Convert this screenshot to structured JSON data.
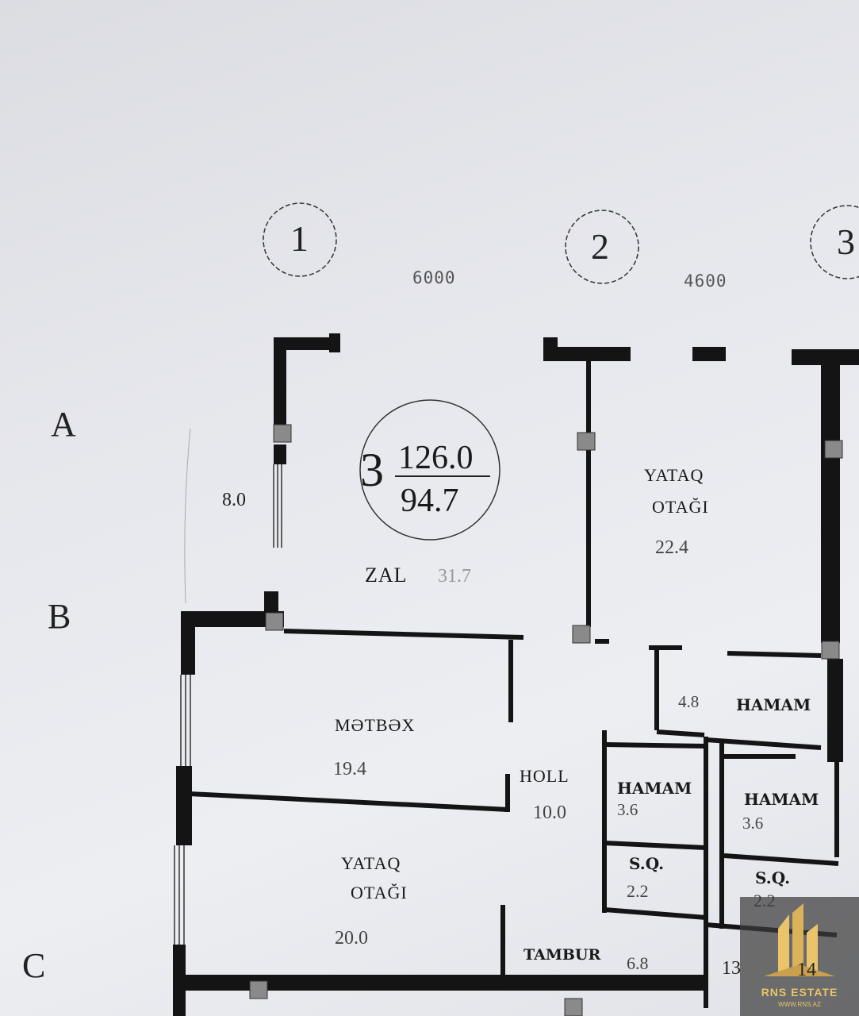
{
  "axes": {
    "columns": [
      "1",
      "2",
      "3"
    ],
    "rows": [
      "A",
      "B",
      "C"
    ],
    "dimensions": [
      "6000",
      "4600"
    ]
  },
  "apartment": {
    "rooms_count": "3",
    "total_area": "126.0",
    "living_area": "94.7"
  },
  "balcony": {
    "area": "8.0"
  },
  "rooms": {
    "zal": {
      "label": "ZAL",
      "area": "31.7"
    },
    "bedroom_1": {
      "label_line1": "YATAQ",
      "label_line2": "OTAĞI",
      "area": "22.4"
    },
    "kitchen": {
      "label": "MƏTBƏX",
      "area": "19.4"
    },
    "bedroom_2": {
      "label_line1": "YATAQ",
      "label_line2": "OTAĞI",
      "area": "20.0"
    },
    "hall": {
      "label": "HOLL",
      "area": "10.0"
    },
    "bath_1": {
      "label": "HAMAM",
      "area": "4.8"
    },
    "bath_2": {
      "label": "HAMAM",
      "area": "3.6"
    },
    "bath_3": {
      "label": "HAMAM",
      "area": "3.6"
    },
    "wc_1": {
      "label": "S.Q.",
      "area": "2.2"
    },
    "wc_2": {
      "label": "S.Q.",
      "area": "2.2"
    },
    "tambur": {
      "label": "TAMBUR",
      "area": "6.8"
    }
  },
  "neighbor_labels": [
    "13",
    "14"
  ],
  "watermark": {
    "name": "RNS ESTATE",
    "url": "WWW.RNS.AZ",
    "color": "#e9c46a"
  },
  "colors": {
    "wall": "#141414",
    "paper": "#e6e7ec"
  }
}
